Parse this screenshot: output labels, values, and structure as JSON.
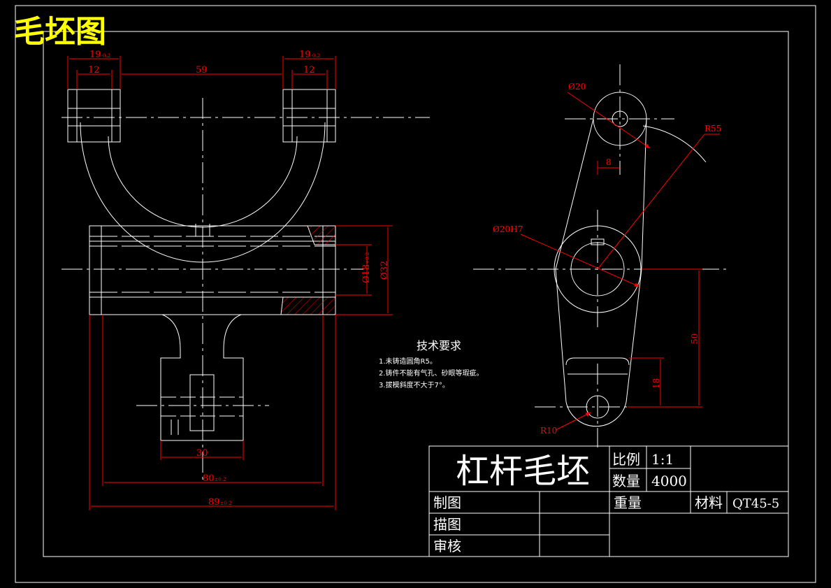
{
  "sheet_title": "毛坯图",
  "front_view": {
    "dims": {
      "left_fork_width": "19",
      "left_fork_tol": "-0.2",
      "left_inner": "12",
      "span": "59",
      "right_fork_width": "19",
      "right_fork_tol": "-0.2",
      "right_inner": "12",
      "bore_d": "Ø18",
      "bore_tol": "+0.2",
      "boss_d": "Ø32",
      "stem_width": "30",
      "body_width": "80",
      "body_tol": "±0.2",
      "overall_width": "89",
      "overall_tol": "±0.2"
    }
  },
  "side_view": {
    "dims": {
      "top_hole": "Ø20",
      "arc_radius": "R55",
      "offset": "8",
      "center_bore": "Ø20H7",
      "height_50": "50",
      "height_18": "18",
      "bottom_radius": "R10"
    }
  },
  "tech_req": {
    "title": "技术要求",
    "items": [
      "1.未铸造圆角R5。",
      "2.铸件不能有气孔、砂眼等瑕疵。",
      "3.拔模斜度不大于7°。"
    ]
  },
  "title_block": {
    "part_name": "杠杆毛坯",
    "scale_label": "比例",
    "scale_value": "1:1",
    "qty_label": "数量",
    "qty_value": "4000",
    "weight_label": "重量",
    "material_label": "材料",
    "material_value": "QT45-5",
    "drawn_label": "制图",
    "traced_label": "描图",
    "checked_label": "审核"
  },
  "colors": {
    "line": "#ffffff",
    "dimension": "#ff0000",
    "title_yellow": "#ffff00",
    "background": "#000000"
  }
}
